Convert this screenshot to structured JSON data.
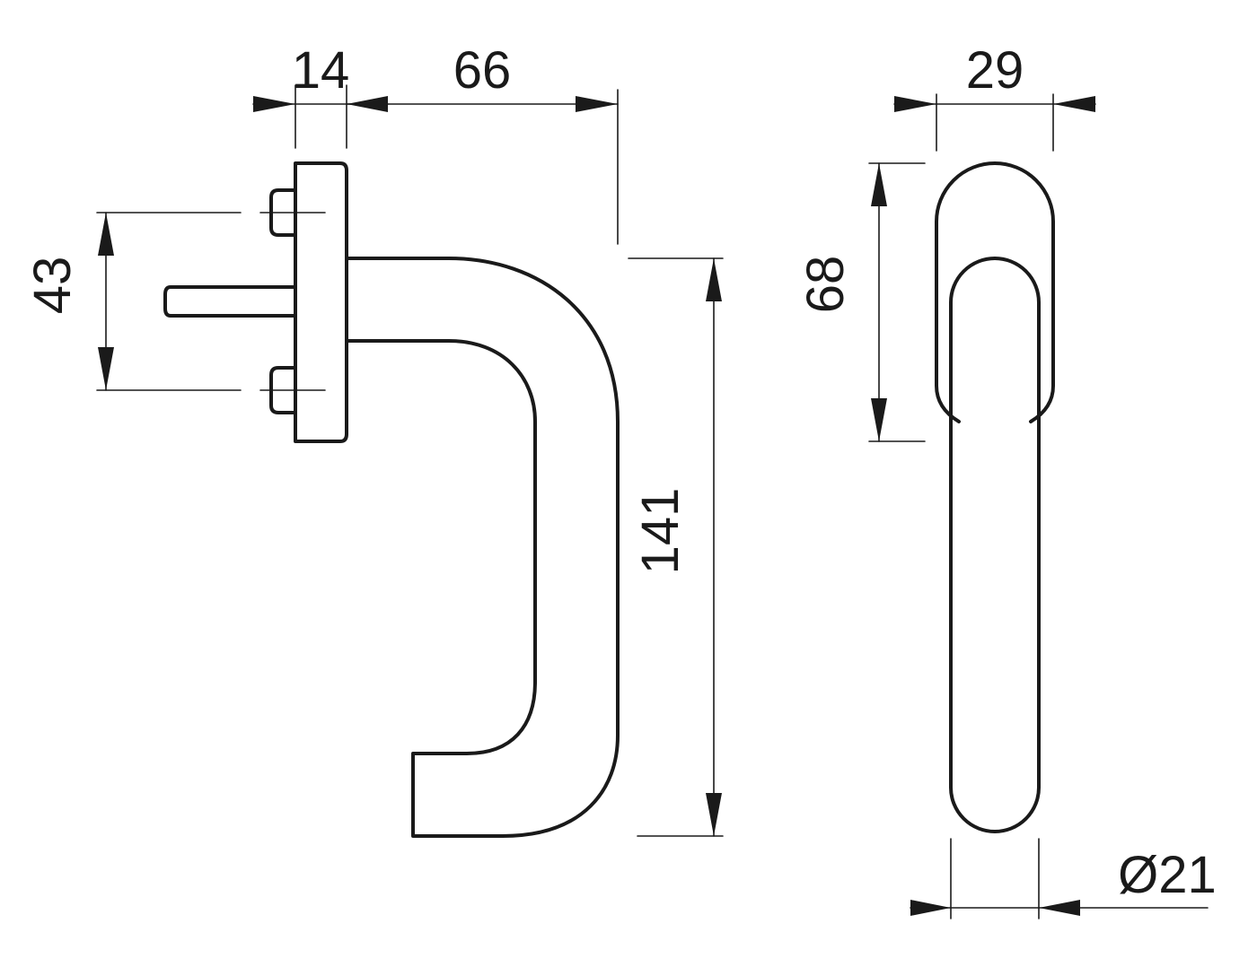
{
  "dimensions": {
    "rose_thickness": "14",
    "lever_projection": "66",
    "screw_spacing": "43",
    "total_length": "141",
    "rose_width": "29",
    "rose_height": "68",
    "grip_diameter": "Ø21"
  },
  "colors": {
    "line": "#1a1a1a",
    "background": "#ffffff"
  }
}
